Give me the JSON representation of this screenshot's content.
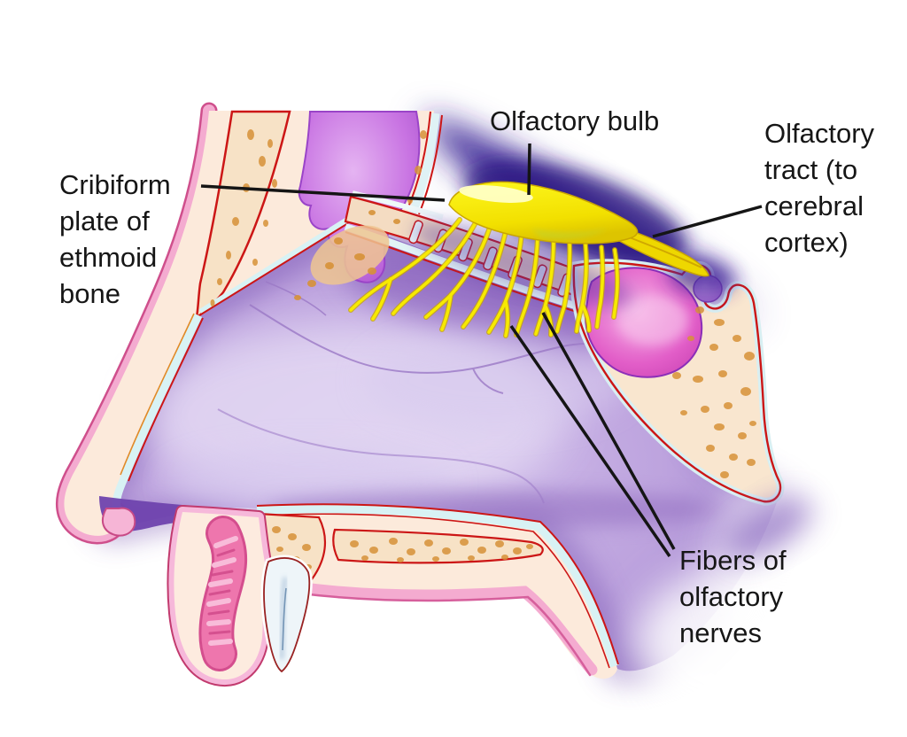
{
  "figure": {
    "type": "anatomical-diagram",
    "subject": "Sagittal section of nasal cavity showing olfactory bulb, tract and nerve fibers",
    "background": "#ffffff",
    "labels": {
      "olfactory_bulb": "Olfactory bulb",
      "olfactory_tract": "Olfactory\ntract (to\ncerebral\ncortex)",
      "cribiform_plate": "Cribiform\nplate of\nethmoid\nbone",
      "fibers_of_olfactory_nerves": "Fibers of\nolfactory\nnerves"
    },
    "colors": {
      "nerve_yellow": "#f6e800",
      "nerve_yellow_dark": "#c9a500",
      "cavity_purple_mid": "#b294d6",
      "cavity_purple_dark": "#6f48ac",
      "brain_shadow_purple": "#3a2596",
      "bone_cream": "#f9e6cf",
      "trabecular_tan": "#d79238",
      "skin_pink": "#f4abd0",
      "skin_pink_dark": "#cf4f8c",
      "outline_red": "#cc1616",
      "cartilage_blue": "#d8f2f4",
      "frontal_sinus_purple": "#c873e2",
      "sphenoid_sinus_magenta": "#e25ec8",
      "lip_muscle_pink": "#ee76ad",
      "label_text": "#161616",
      "leader_line": "#151515"
    }
  }
}
